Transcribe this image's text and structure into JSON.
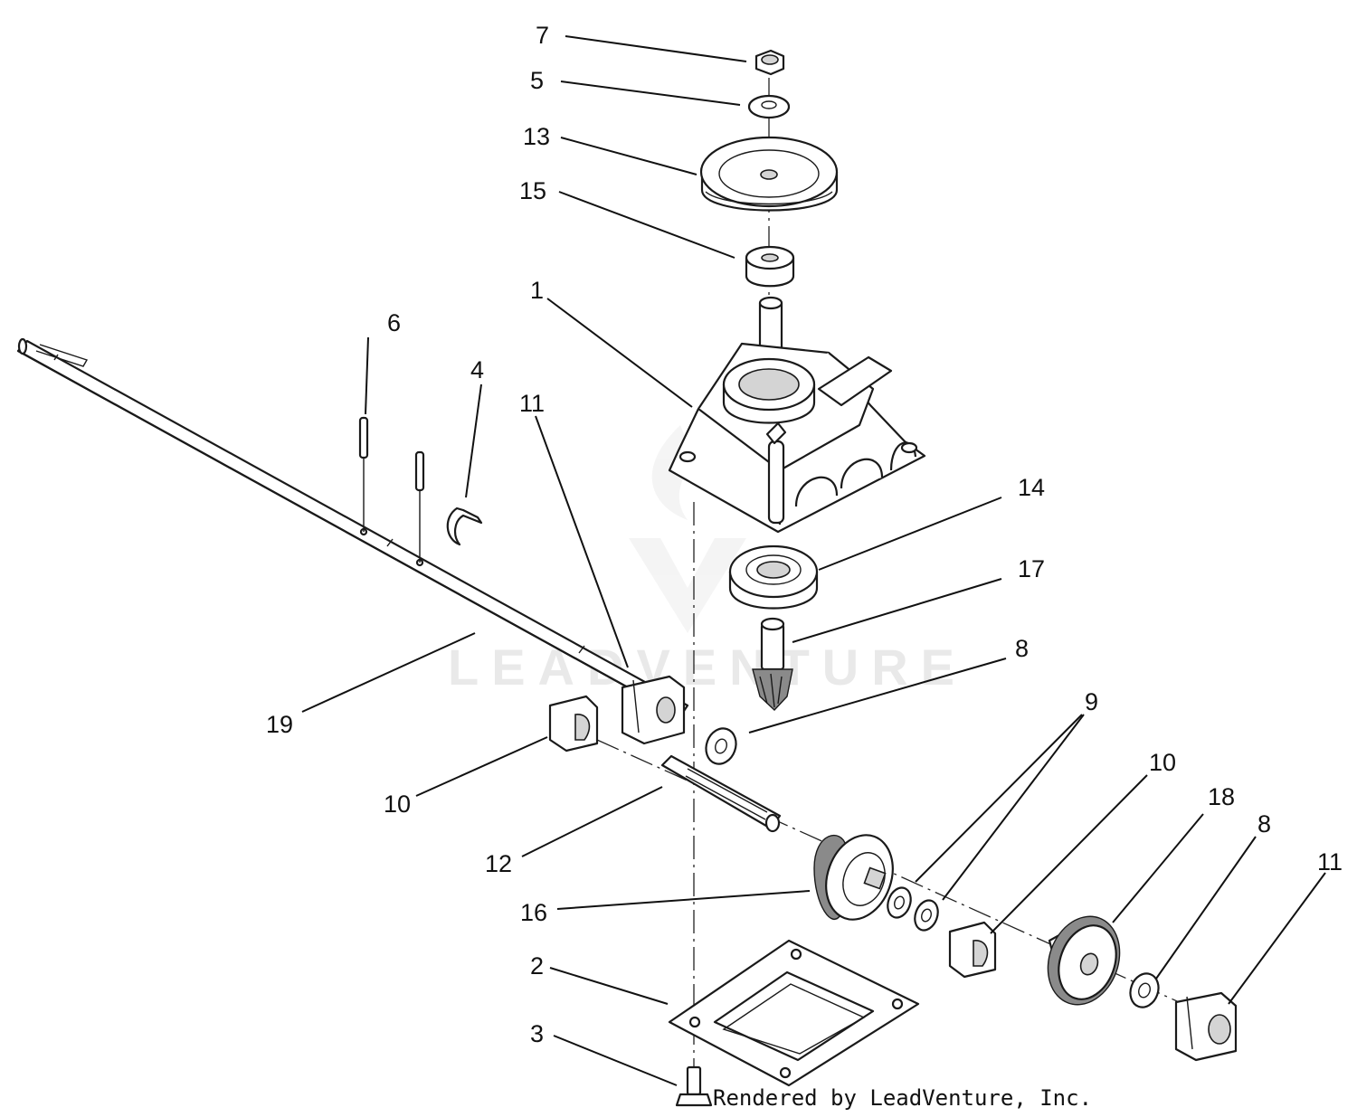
{
  "watermark": {
    "text": "LEADVENTURE"
  },
  "credit": "Rendered by LeadVenture, Inc.",
  "callouts": [
    {
      "label": "7"
    },
    {
      "label": "5"
    },
    {
      "label": "13"
    },
    {
      "label": "15"
    },
    {
      "label": "1"
    },
    {
      "label": "6"
    },
    {
      "label": "4"
    },
    {
      "label": "11"
    },
    {
      "label": "14"
    },
    {
      "label": "17"
    },
    {
      "label": "8"
    },
    {
      "label": "19"
    },
    {
      "label": "9"
    },
    {
      "label": "10"
    },
    {
      "label": "10"
    },
    {
      "label": "12"
    },
    {
      "label": "18"
    },
    {
      "label": "8"
    },
    {
      "label": "16"
    },
    {
      "label": "11"
    },
    {
      "label": "2"
    },
    {
      "label": "3"
    }
  ]
}
